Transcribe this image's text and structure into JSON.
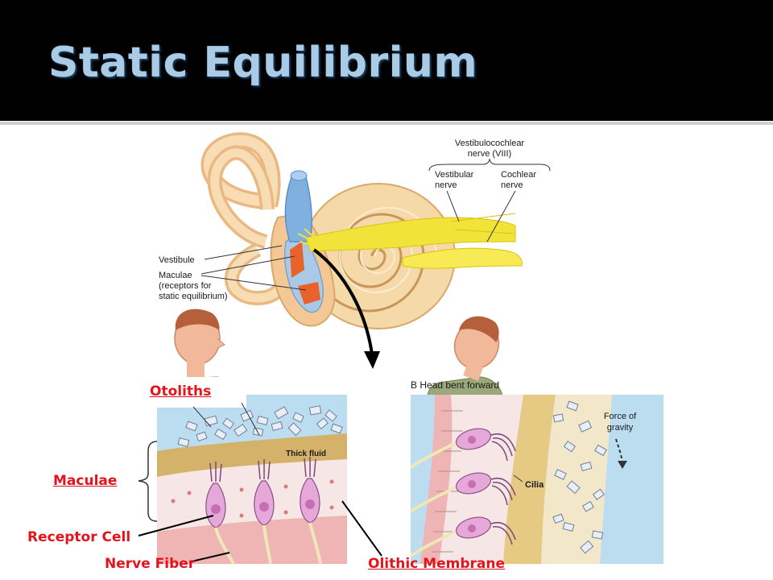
{
  "title": "Static Equilibrium",
  "diagram_labels": {
    "nerve_title_line1": "Vestibulocochlear",
    "nerve_title_line2": "nerve (VIII)",
    "vestibular_nerve_line1": "Vestibular",
    "vestibular_nerve_line2": "nerve",
    "cochlear_nerve_line1": "Cochlear",
    "cochlear_nerve_line2": "nerve",
    "vestibule": "Vestibule",
    "maculae_line1": "Maculae",
    "maculae_line2": "(receptors for",
    "maculae_line3": "static equilibrium)",
    "thick_fluid": "Thick fluid",
    "head_bent": "B Head bent forward",
    "force_line1": "Force of",
    "force_line2": "gravity",
    "cilia": "Cilia"
  },
  "callouts": {
    "otoliths": "Otoliths",
    "maculae": "Maculae",
    "receptor_cell": "Receptor Cell",
    "nerve_fiber": "Nerve Fiber",
    "olithic_membrane": "Olithic Membrane"
  },
  "colors": {
    "title": "#a9cbe6",
    "callout": "#e3141b",
    "bone": "#f5d7a8",
    "nerve": "#f2e33a",
    "fluid": "#e6c983",
    "cell": "#e6a8d8",
    "background_panel": "#bcdcef"
  }
}
